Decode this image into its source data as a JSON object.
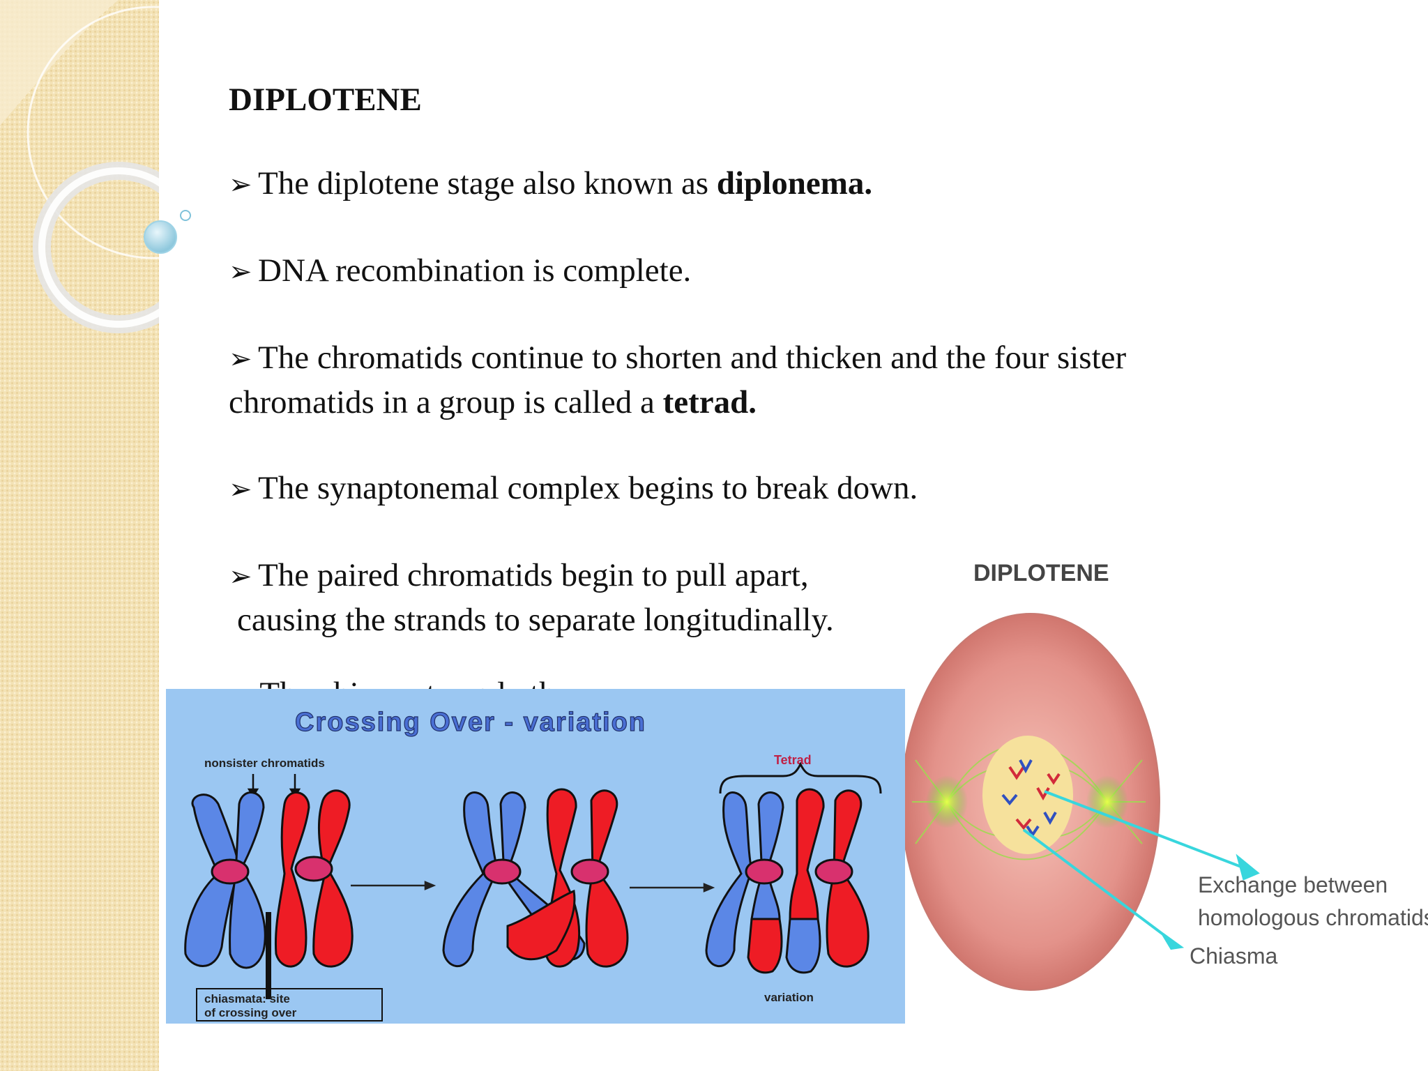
{
  "slide": {
    "title": "DIPLOTENE",
    "bullets": [
      {
        "text": "The diplotene stage also known as ",
        "bold": "diplonema."
      },
      {
        "text": "DNA recombination is complete.",
        "bold": ""
      },
      {
        "text": "The chromatids continue to shorten and thicken and the four sister",
        "text2": "chromatids in a group is called a ",
        "bold": "tetrad."
      },
      {
        "text": "The synaptonemal complex begins to break down.",
        "bold": ""
      },
      {
        "text": "The paired chromatids begin to pull apart,",
        "text2": "causing the strands to separate longitudinally.",
        "bold": ""
      }
    ],
    "partially_hidden_bullet": "The chiasmata and other ..."
  },
  "figure_crossing_over": {
    "title": "Crossing Over - variation",
    "label_nonsister": "nonsister chromatids",
    "label_tetrad": "Tetrad",
    "label_chiasmata_1": "chiasmata: site",
    "label_chiasmata_2": "of crossing over",
    "label_variation": "variation",
    "colors": {
      "blue_chromatid": "#5b87e6",
      "red_chromatid": "#ee1c25",
      "centromere": "#d8316e",
      "background": "#9bc7f2"
    }
  },
  "figure_diplotene_cell": {
    "title": "DIPLOTENE",
    "label_exchange_1": "Exchange between",
    "label_exchange_2": "homologous chromatids",
    "label_chiasma": "Chiasma",
    "colors": {
      "cell": "#e38f88",
      "nucleus": "#f6e19c",
      "arrow": "#38d6dd"
    }
  }
}
